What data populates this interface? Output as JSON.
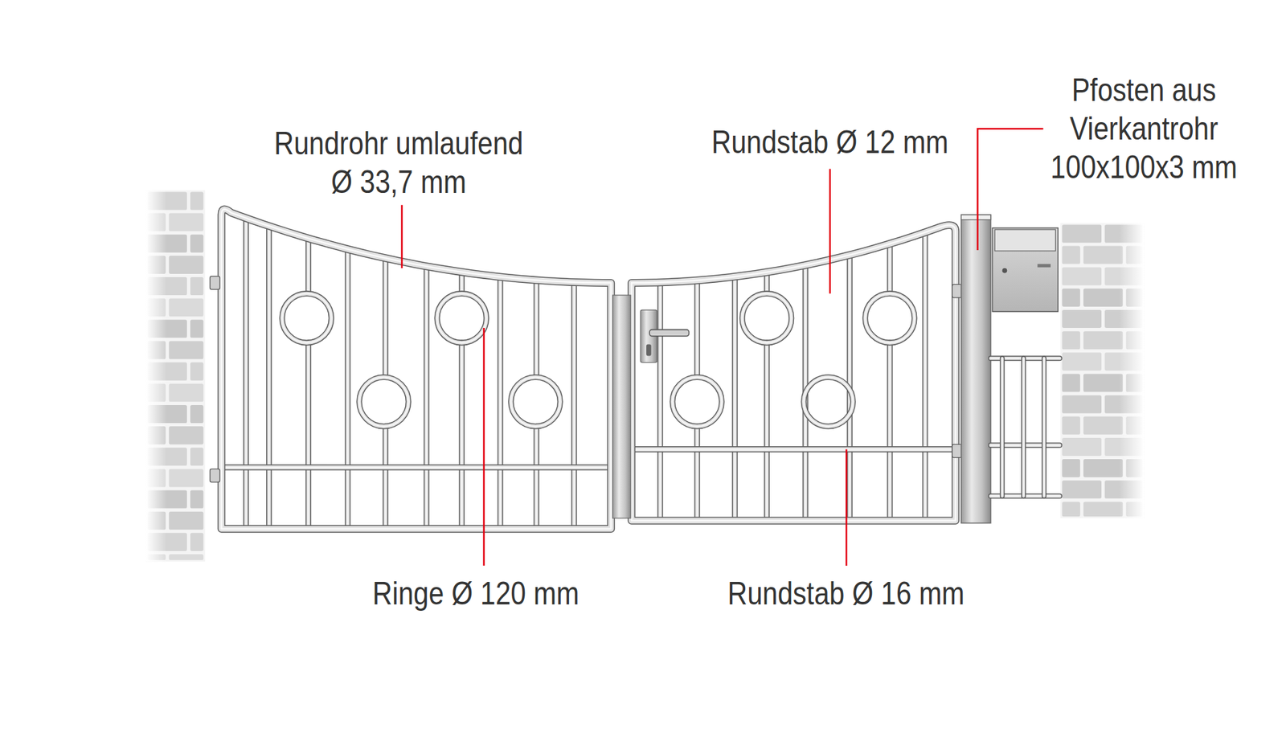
{
  "diagram": {
    "labels": [
      "Rundrohr umlaufend Ø 33,7 mm",
      "Rundstab Ø 12 mm",
      "Pfosten aus Vierkantrohr 100x100x3 mm",
      "Ringe Ø 120 mm",
      "Rundstab Ø 16 mm"
    ]
  }
}
